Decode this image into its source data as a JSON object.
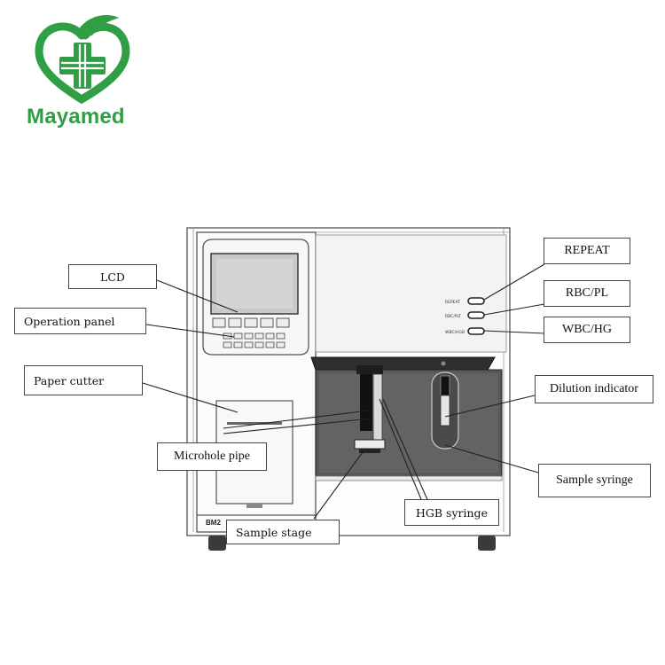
{
  "brand": {
    "name": "Mayamed",
    "logo": "heart-cross-logo",
    "color": "#2f9e44",
    "icon": "cross-in-heart-icon"
  },
  "device": {
    "model_label": "BM2",
    "button_labels": [
      "REPEAT",
      "RBC/PLT",
      "WBC/HGB"
    ]
  },
  "callouts": {
    "lcd": "LCD",
    "operation_panel": "Operation panel",
    "paper_cutter": "Paper cutter",
    "microhole_pipe": "Microhole pipe",
    "sample_stage": "Sample stage",
    "hgb_syringe": "HGB syringe",
    "repeat": "REPEAT",
    "rbc_pl": "RBC/PL",
    "wbc_hg": "WBC/HG",
    "dilution_indicator": "Dilution indicator",
    "sample_syringe": "Sample syringe"
  }
}
